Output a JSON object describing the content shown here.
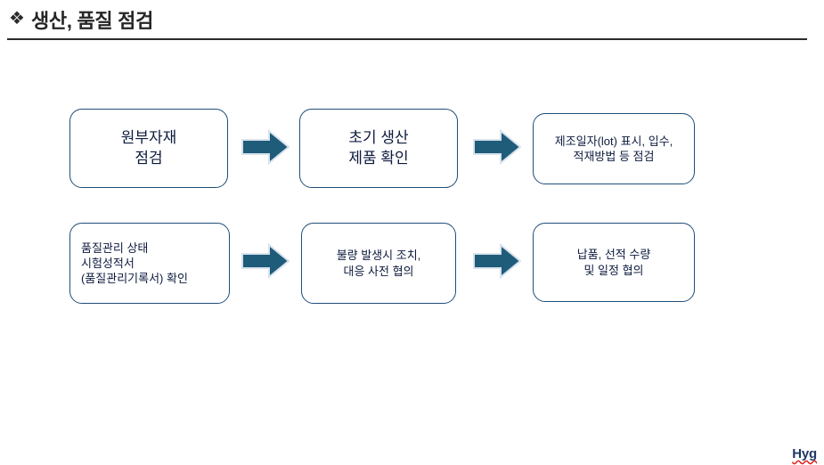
{
  "slide": {
    "title": "생산, 품질 점검",
    "bullet_glyph": "❖",
    "footer_mark": "Hyg",
    "colors": {
      "node_border": "#1f4e79",
      "node_text": "#0d1b3e",
      "arrow_fill": "#1f5c7a",
      "arrow_outline": "#d9e2ec",
      "title_text": "#262626",
      "rule": "#2b2b2b",
      "footer_text": "#1f3864",
      "spellcheck_underline": "#e02020",
      "background": "#ffffff"
    }
  },
  "flow": {
    "rows": [
      {
        "nodes": [
          {
            "id": "node-1",
            "text": "원부자재\n점검",
            "align": "center",
            "size": "big"
          },
          {
            "id": "node-2",
            "text": "초기 생산\n제품 확인",
            "align": "center",
            "size": "big"
          },
          {
            "id": "node-3",
            "text": "제조일자(lot) 표시, 입수,\n적재방법 등 점검",
            "align": "center",
            "size": "small"
          }
        ],
        "arrows": [
          {
            "id": "arrow-1",
            "direction": "right"
          },
          {
            "id": "arrow-2",
            "direction": "right"
          }
        ]
      },
      {
        "nodes": [
          {
            "id": "node-4",
            "text": "품질관리 상태\n시험성적서\n(품질관리기록서) 확인",
            "align": "left",
            "size": "small"
          },
          {
            "id": "node-5",
            "text": "불량 발생시 조치,\n대응 사전 협의",
            "align": "center",
            "size": "small"
          },
          {
            "id": "node-6",
            "text": "납품, 선적 수량\n및 일정 협의",
            "align": "center",
            "size": "small"
          }
        ],
        "arrows": [
          {
            "id": "arrow-3",
            "direction": "right"
          },
          {
            "id": "arrow-4",
            "direction": "right"
          }
        ]
      }
    ]
  }
}
